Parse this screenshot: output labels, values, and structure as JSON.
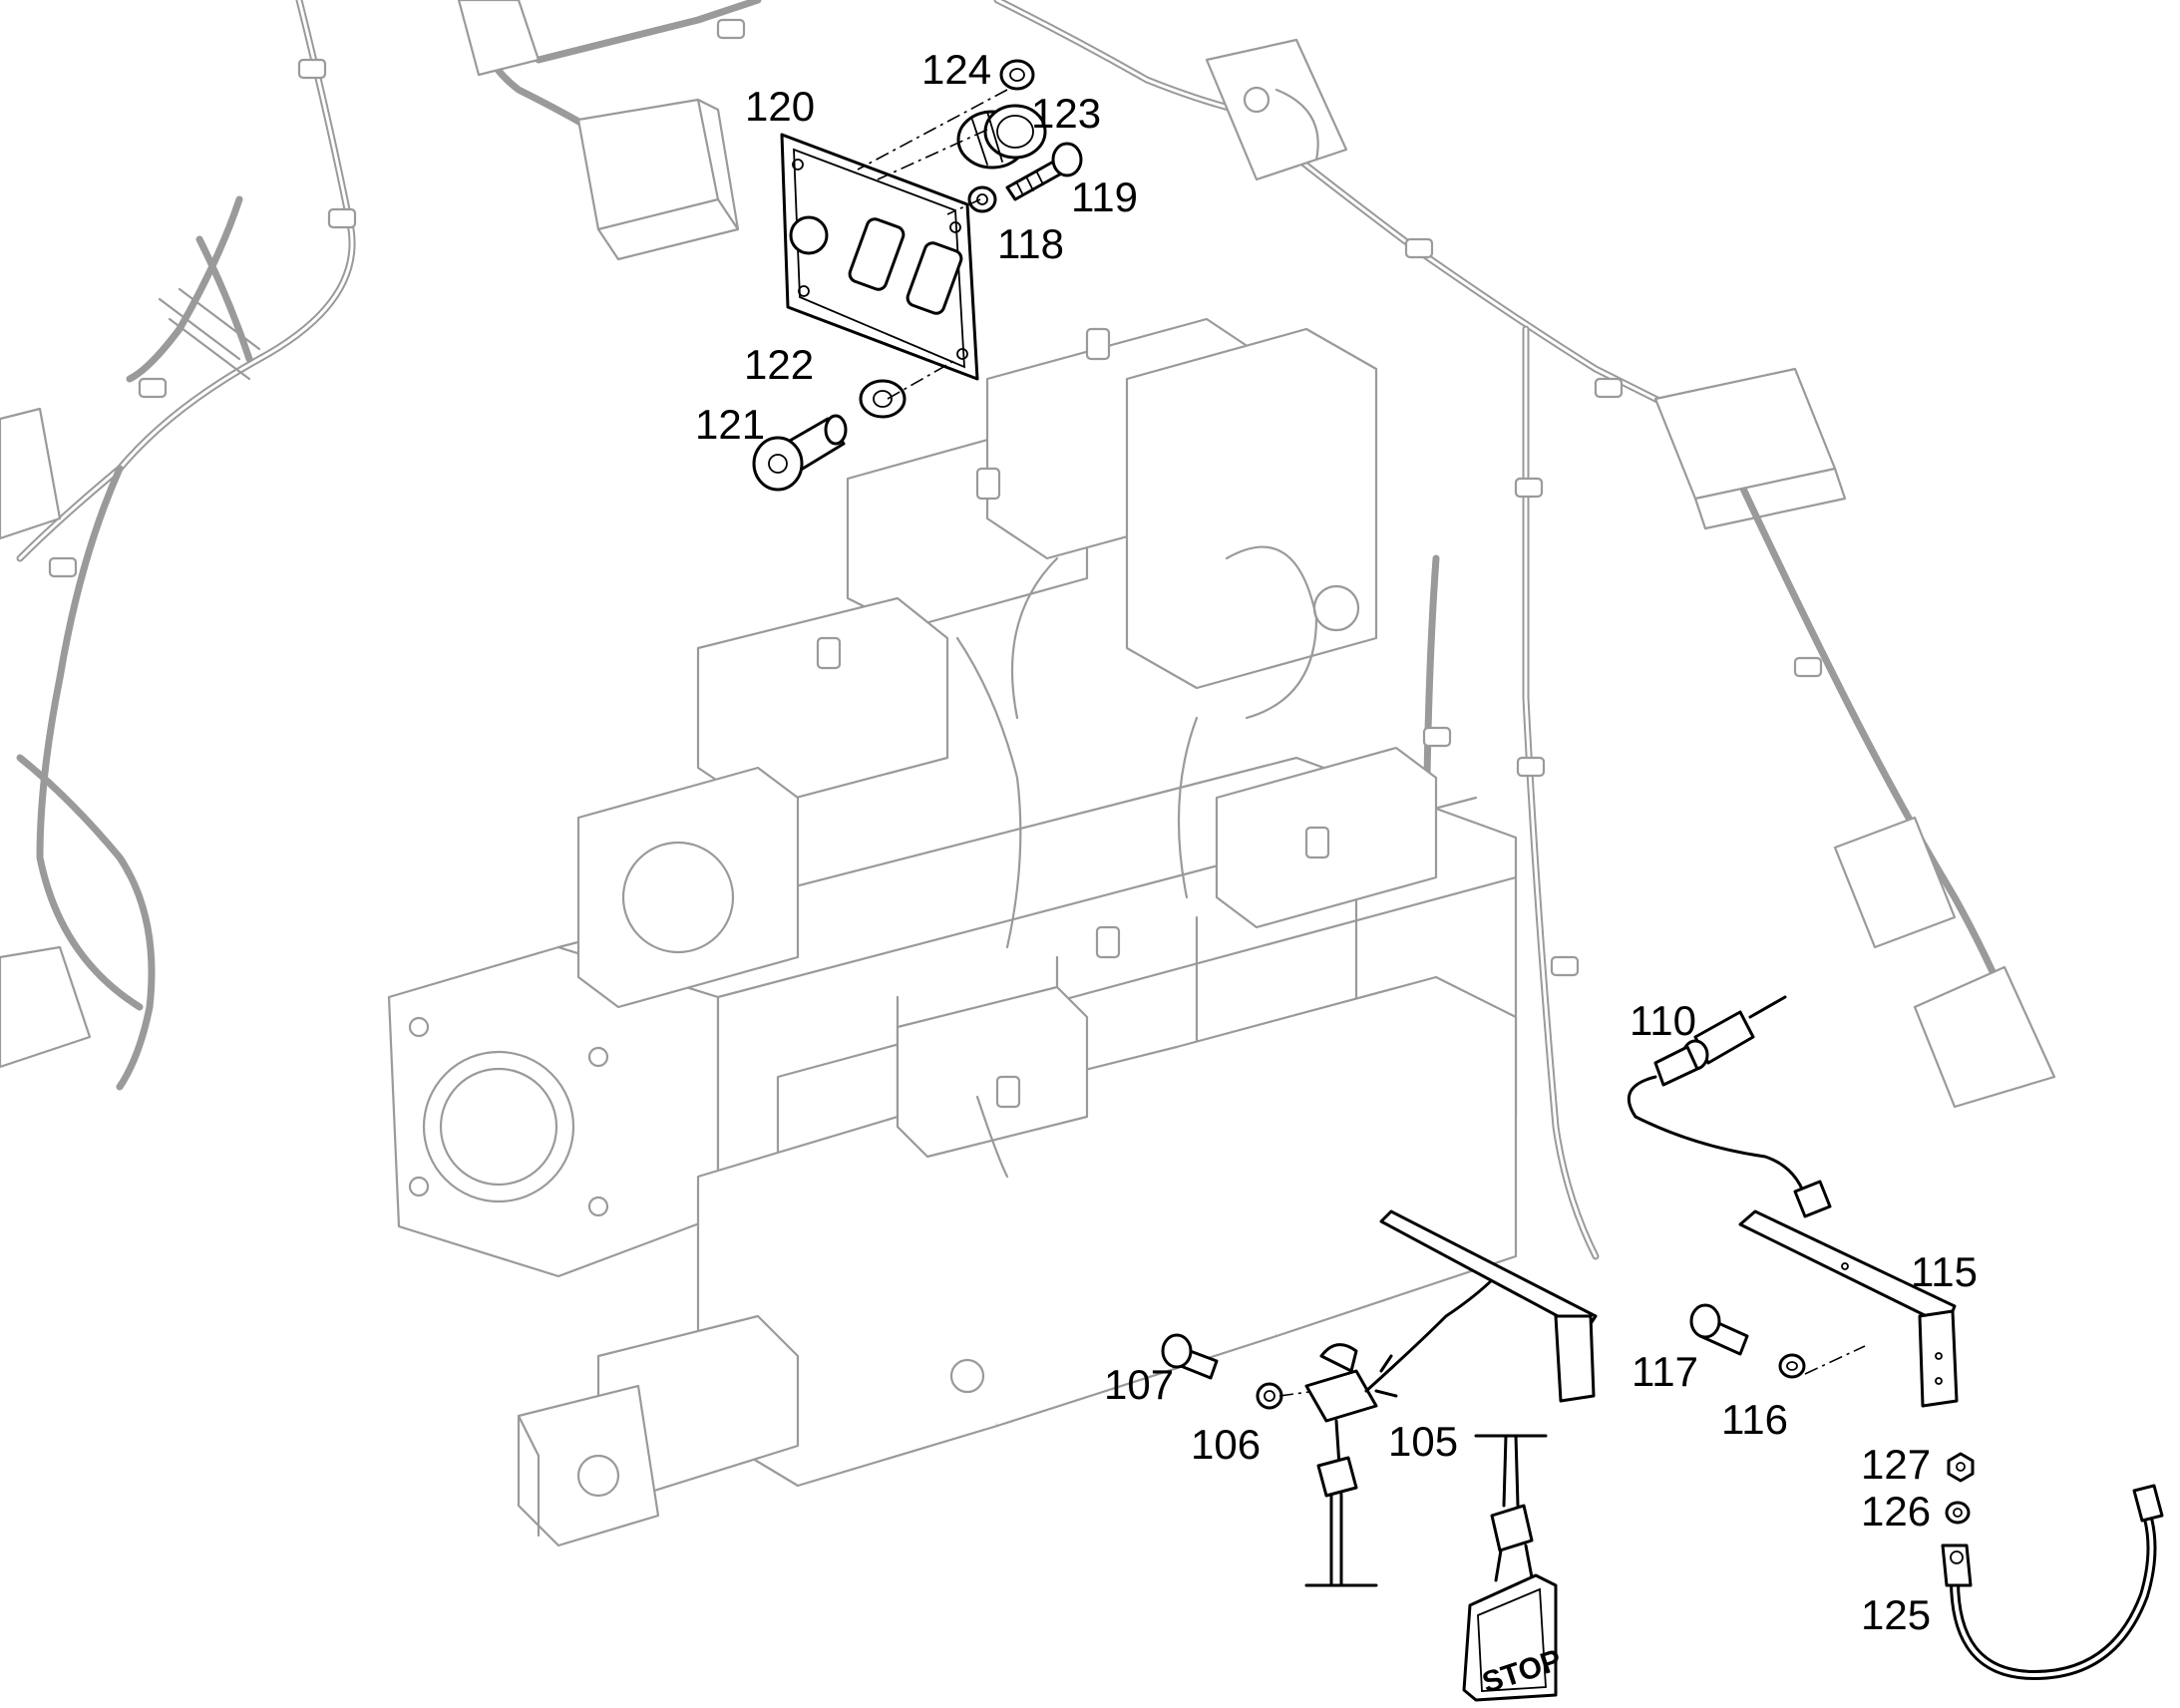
{
  "callouts": {
    "c105": "105",
    "c106": "106",
    "c107": "107",
    "c110": "110",
    "c115": "115",
    "c116": "116",
    "c117": "117",
    "c118": "118",
    "c119": "119",
    "c120": "120",
    "c121": "121",
    "c122": "122",
    "c123": "123",
    "c124": "124",
    "c125": "125",
    "c126": "126",
    "c127": "127"
  },
  "tag": {
    "stop_text": "STOP"
  }
}
